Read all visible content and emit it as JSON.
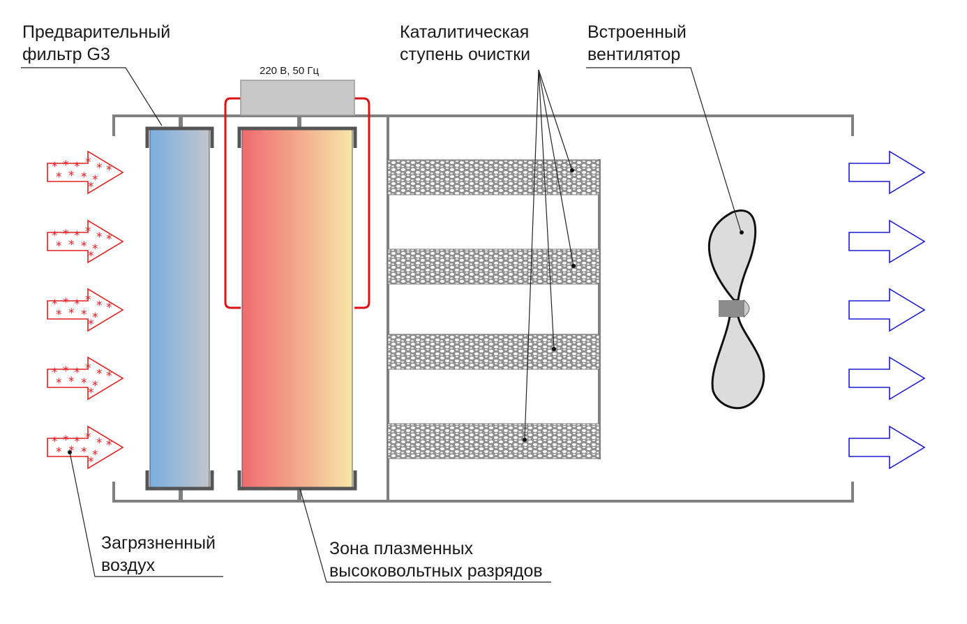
{
  "labels": {
    "prefilter": [
      "Предварительный",
      "фильтр G3"
    ],
    "catalytic": [
      "Каталитическая",
      "ступень очистки"
    ],
    "fan": [
      "Встроенный",
      "вентилятор"
    ],
    "dirty_air": [
      "Загрязненный",
      "воздух"
    ],
    "plasma_zone": [
      "Зона плазменных",
      "высоковольтных разрядов"
    ],
    "power": "220 В, 50 Гц"
  },
  "colors": {
    "housing": "#808080",
    "inlet_arrow": "#e02020",
    "outlet_arrow": "#1a1ad0",
    "power_loop": "#dd1111",
    "prefilter_gradient": [
      "#7aaee0",
      "#c2c6cc"
    ],
    "plasma_gradient": [
      "#f06a70",
      "#f7e6a8"
    ],
    "catalyst_mesh": "#a8a8a8",
    "fan_blade": "#dcdcdc",
    "fan_hub": "#8c8c8c"
  },
  "icons": {
    "inlet": "dirty-air-arrow-icon",
    "outlet": "clean-air-arrow-icon",
    "fan": "fan-propeller-icon"
  }
}
